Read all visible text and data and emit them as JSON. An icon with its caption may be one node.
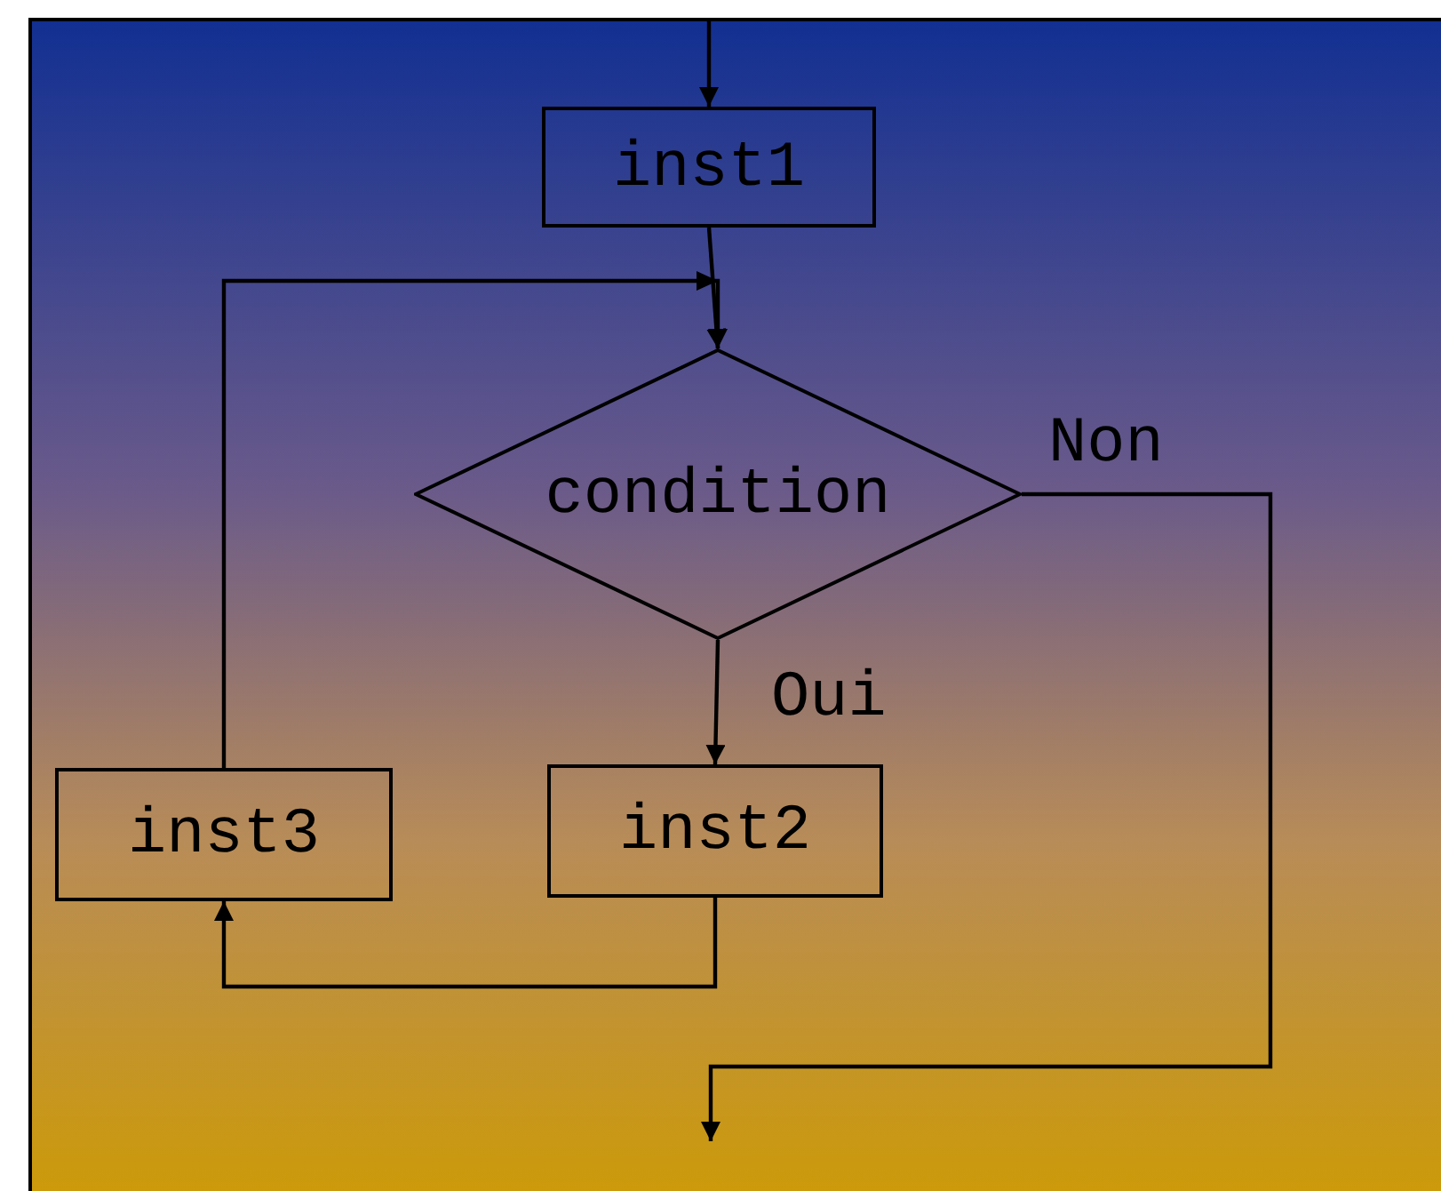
{
  "diagram": {
    "nodes": [
      {
        "text": [
          "inst1"
        ]
      },
      {
        "text": [
          "condition"
        ]
      },
      {
        "text": [
          "inst2"
        ]
      },
      {
        "text": [
          "inst3"
        ]
      }
    ],
    "edges": [
      {
        "from": null,
        "to": 0,
        "arrow": "to"
      },
      {
        "from": 0,
        "to": 1,
        "arrow": "to"
      },
      {
        "from": 1,
        "to": 2,
        "arrow": "to",
        "label": "Oui"
      },
      {
        "from": 2,
        "to": 3,
        "arrow": "to"
      },
      {
        "from": 3,
        "to": 1,
        "arrow": "to"
      },
      {
        "from": 1,
        "to": null,
        "arrow": "to",
        "label": "Non"
      }
    ]
  }
}
